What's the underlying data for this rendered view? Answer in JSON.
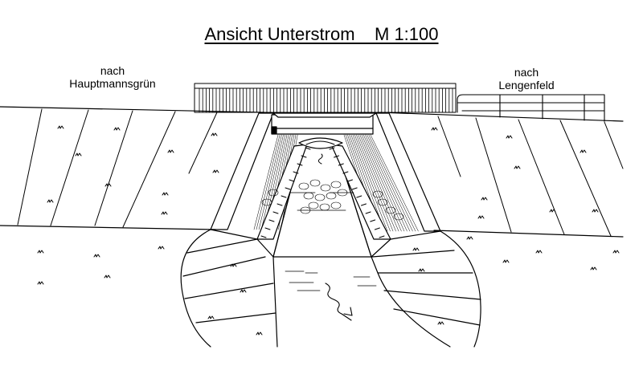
{
  "title": "Ansicht Unterstrom    M 1:100",
  "labels": {
    "left_line1": "nach",
    "left_line2": "Hauptmannsgrün",
    "right_line1": "nach",
    "right_line2": "Lengenfeld"
  },
  "colors": {
    "ink": "#000000",
    "background": "#ffffff"
  },
  "symbols": {
    "grass": "grass-tuft-icon",
    "flow": "flow-arrow-icon",
    "stones": "riprap-stones-icon"
  }
}
